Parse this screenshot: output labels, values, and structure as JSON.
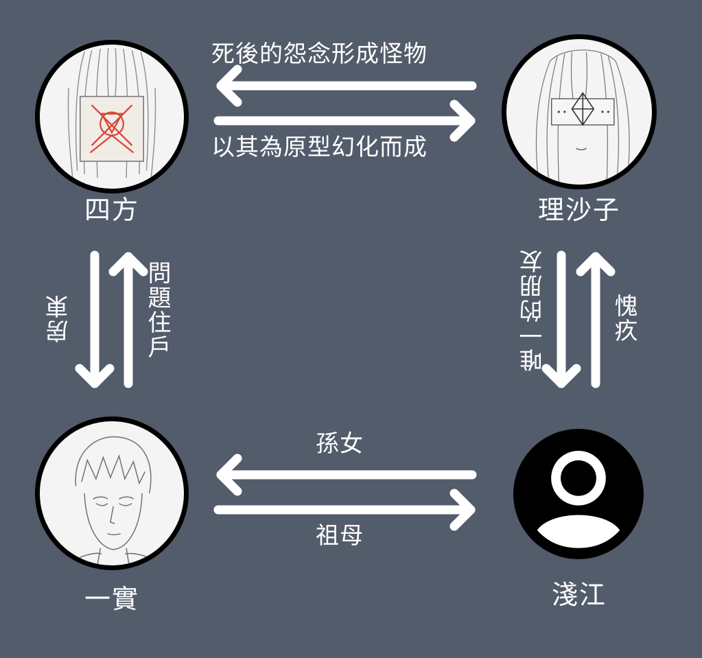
{
  "nodes": {
    "top_left": {
      "name": "四方",
      "icon": "sketch-masked-girl-icon"
    },
    "top_right": {
      "name": "理沙子",
      "icon": "sketch-blindfolded-girl-icon"
    },
    "bottom_left": {
      "name": "一實",
      "icon": "sketch-boy-portrait-icon"
    },
    "bottom_right": {
      "name": "淺江",
      "icon": "user-avatar-icon"
    }
  },
  "edges": {
    "top_left_arrow": "死後的怨念形成怪物",
    "top_right_arrow": "以其為原型幻化而成",
    "left_down": "房東",
    "left_up": "問題住戶",
    "right_down": "唯一的朋友",
    "right_up": "愧疚",
    "bottom_left_arrow": "孫女",
    "bottom_right_arrow": "祖母"
  },
  "colors": {
    "background": "#535c6b",
    "arrow": "#ffffff",
    "sketch_mark": "#d9473a"
  }
}
